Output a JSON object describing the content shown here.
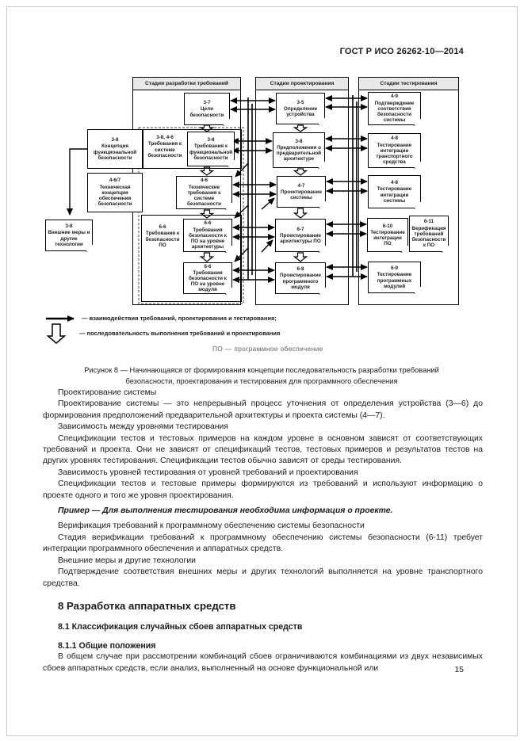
{
  "header": {
    "title": "ГОСТ Р ИСО 26262-10—2014"
  },
  "figure": {
    "columns": [
      "Стадии разработки требований",
      "Стадии проектирования",
      "Стадии тестирования"
    ],
    "boxes": [
      {
        "num": "3-7",
        "label": "Цели безопасности"
      },
      {
        "num": "3-8",
        "label": "Концепция функциональной безопасности"
      },
      {
        "num": "3-8, 4-6",
        "label": "Требования к системе безопасности"
      },
      {
        "num": "3-8",
        "label": "Требования к функциональной безопасности"
      },
      {
        "num": "4-6/7",
        "label": "Техническая концепция обеспечения безопасности"
      },
      {
        "num": "4-6",
        "label": "Технические требования к системе безопасности"
      },
      {
        "num": "3-8",
        "label": "Внешние меры и другие технологии"
      },
      {
        "num": "6-6",
        "label": "Требования к безопасности ПО"
      },
      {
        "num": "6-6",
        "label": "Требования безопасности к ПО на уровне архитектуры"
      },
      {
        "num": "6-6",
        "label": "Требования безопасности к ПО на уровне модуля"
      },
      {
        "num": "3-5",
        "label": "Определение устройства"
      },
      {
        "num": "3-8",
        "label": "Предположения о предварительной архитектуре"
      },
      {
        "num": "4-7",
        "label": "Проектирование системы"
      },
      {
        "num": "6-7",
        "label": "Проектирование архитектуры ПО"
      },
      {
        "num": "6-8",
        "label": "Проектирование программного модуля"
      },
      {
        "num": "4-9",
        "label": "Подтверждение соответствия безопасности системы"
      },
      {
        "num": "4-8",
        "label": "Тестирование интеграции транспортного средства"
      },
      {
        "num": "4-8",
        "label": "Тестирование интеграции системы"
      },
      {
        "num": "6-10",
        "label": "Тестирование интеграции ПО"
      },
      {
        "num": "6-11",
        "label": "Верификация требований безопасности к ПО"
      },
      {
        "num": "6-9",
        "label": "Тестирование программных модулей"
      }
    ],
    "legend": {
      "solid": "— взаимодействия требований, проектирования и тестирования;",
      "hollow": "— последовательность выполнения требований и проектирования",
      "abbrev": "ПО — программное обеспечение"
    },
    "caption": {
      "line1": "Рисунок 8 — Начинающаяся от формирования концепции последовательность разработки требований",
      "line2": "безопасности, проектирования и тестирования для программного обеспечения"
    }
  },
  "body": {
    "paragraphs": [
      "Проектирование системы",
      "Проектирование системы — это непрерывный процесс уточнения от определения устройства (3—6) до формирования предположений предварительной архитектуры и проекта системы (4—7).",
      "Зависимость между уровнями тестирования",
      "Спецификации тестов и тестовых примеров на каждом уровне в основном зависят от соответствующих требований и проекта. Они не зависят от спецификаций тестов, тестовых примеров и результатов тестов на других уровнях тестирования. Спецификации тестов обычно зависят от среды тестирования.",
      "Зависимость уровней тестирования от уровней требований и проектирования",
      "Спецификации тестов и тестовые примеры формируются из требований и используют информацию о проекте одного и того же уровня проектирования.",
      "Пример — Для выполнения тестирования необходима информация о проекте.",
      "Верификация требований к программному обеспечению системы безопасности",
      "Стадия верификации требований к программному обеспечению системы безопасности (6-11) требует интеграции программного обеспечения и аппаратных средств.",
      "Внешние меры и другие технологии",
      "Подтверждение соответствия внешних меры и других технологий выполняется на уровне транспортного средства."
    ]
  },
  "section8": {
    "h1": "8 Разработка аппаратных средств",
    "h2": "8.1 Классификация случайных сбоев аппаратных средств",
    "h3": "8.1.1 Общие положения",
    "p": "В общем случае при рассмотрении комбинаций сбоев ограничиваются комбинациями из двух независимых сбоев аппаратных средств, если анализ, выполненный на основе функциональной или"
  },
  "page_number": "15"
}
